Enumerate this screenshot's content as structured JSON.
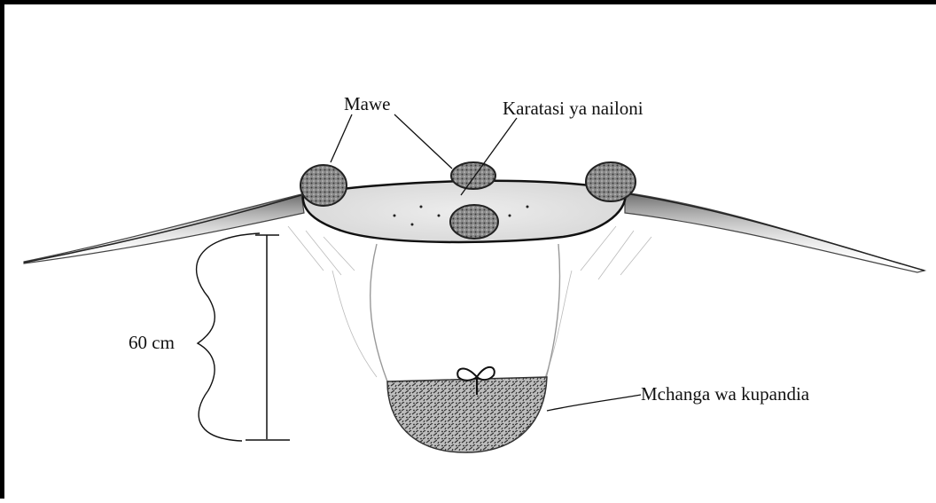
{
  "diagram": {
    "labels": {
      "stones": "Mawe",
      "nylon_sheet": "Karatasi ya nailoni",
      "depth": "60 cm",
      "planting_soil": "Mchanga wa kupandia"
    }
  }
}
